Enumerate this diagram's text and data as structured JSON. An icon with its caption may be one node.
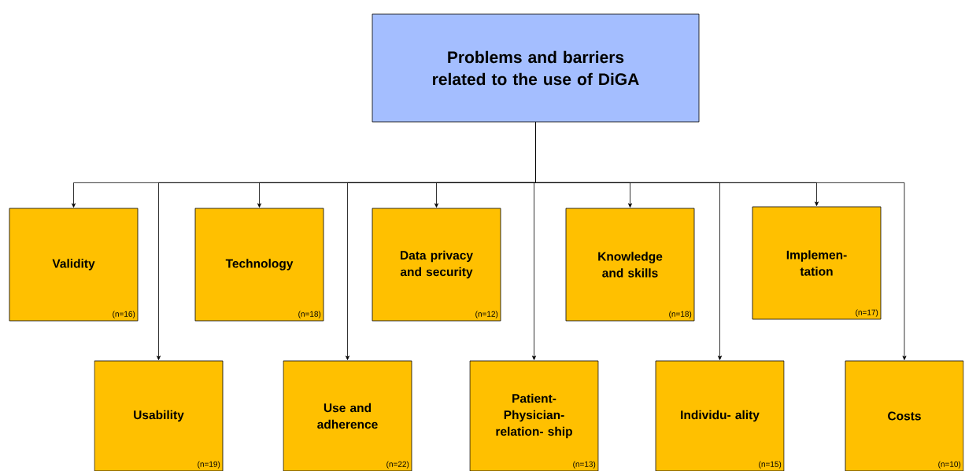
{
  "diagram": {
    "nodes": [
      {
        "text": [
          "Problems and barriers related to the use of DiGA"
        ]
      },
      {
        "text": [
          "Validity",
          "(n=16)"
        ]
      },
      {
        "text": [
          "Usability",
          "(n=19)"
        ]
      },
      {
        "text": [
          "Technology",
          "(n=18)"
        ]
      },
      {
        "text": [
          "Use and adherence",
          "(n=22)"
        ]
      },
      {
        "text": [
          "Data privacy and security",
          "(n=12)"
        ]
      },
      {
        "text": [
          "Patient- Physician- relation- ship",
          "(n=13)"
        ]
      },
      {
        "text": [
          "Knowledge and skills",
          "(n=18)"
        ]
      },
      {
        "text": [
          "Individu- ality",
          "(n=15)"
        ]
      },
      {
        "text": [
          "Implemen- tation",
          "(n=17)"
        ]
      },
      {
        "text": [
          "Costs",
          "(n=10)"
        ]
      }
    ],
    "edges": [
      {
        "from": 0,
        "to": 1,
        "arrow": "to"
      },
      {
        "from": 0,
        "to": 2,
        "arrow": "to"
      },
      {
        "from": 0,
        "to": 3,
        "arrow": "to"
      },
      {
        "from": 0,
        "to": 4,
        "arrow": "to"
      },
      {
        "from": 0,
        "to": 5,
        "arrow": "to"
      },
      {
        "from": 0,
        "to": 6,
        "arrow": "to"
      },
      {
        "from": 0,
        "to": 7,
        "arrow": "to"
      },
      {
        "from": 0,
        "to": 8,
        "arrow": "to"
      },
      {
        "from": 0,
        "to": 9,
        "arrow": "to"
      },
      {
        "from": 0,
        "to": 10,
        "arrow": "to"
      }
    ]
  }
}
